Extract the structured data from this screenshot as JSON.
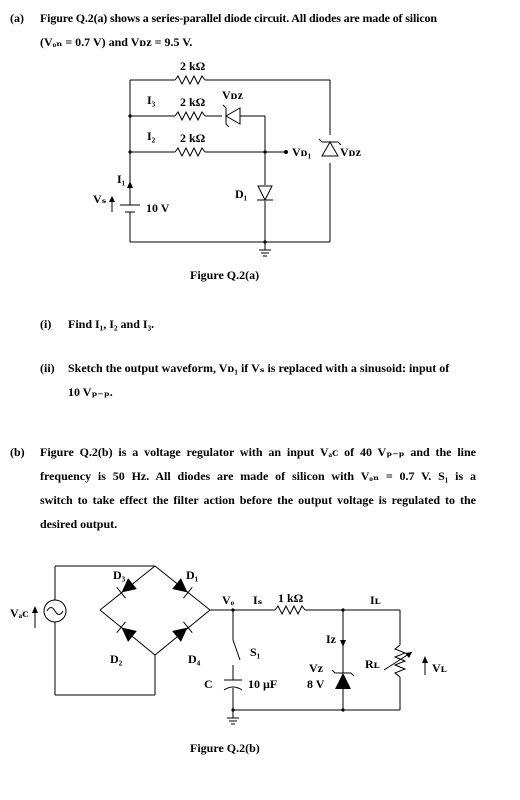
{
  "part_a": {
    "marker": "(a)",
    "line1": "Figure Q.2(a) shows a series-parallel diode circuit. All diodes are made of silicon",
    "line2": "(Vₒₙ = 0.7 V) and Vᴅᴢ = 9.5 V.",
    "figure_caption": "Figure Q.2(a)",
    "q1_marker": "(i)",
    "q1_text": "Find I₁, I₂ and I₃.",
    "q2_marker": "(ii)",
    "q2_line1": "Sketch the output waveform, Vᴅ₁ if Vₛ is replaced with a sinusoid: input of",
    "q2_line2": "10 Vₚ₋ₚ.",
    "circuit": {
      "r_top": "2 kΩ",
      "r_mid": "2 kΩ",
      "r_low": "2 kΩ",
      "i3": "I₃",
      "i2": "I₂",
      "i1": "I₁",
      "vdz_top": "Vᴅᴢ",
      "vd1": "Vᴅ₁",
      "vdz_right": "Vᴅᴢ",
      "d1": "D₁",
      "vs": "Vₛ",
      "source_value": "10 V"
    }
  },
  "part_b": {
    "marker": "(b)",
    "lines": [
      "Figure Q.2(b) is a voltage regulator with an input Vₐᴄ of 40 Vₚ₋ₚ and the line",
      "frequency is 50 Hz. All diodes are made of silicon with Vₒₙ = 0.7 V. S₁ is a",
      "switch to take effect the filter action before the output voltage is regulated to the"
    ],
    "last_line": "desired output.",
    "figure_caption": "Figure Q.2(b)",
    "circuit": {
      "vac": "Vₐᴄ",
      "d3": "D₃",
      "d1": "D₁",
      "d2": "D₂",
      "d4": "D₄",
      "vo": "Vₒ",
      "is": "Iₛ",
      "r": "1 kΩ",
      "il": "Iʟ",
      "iz": "Iᴢ",
      "s1": "S₁",
      "c": "C",
      "c_value": "10 µF",
      "vz": "Vᴢ",
      "vz_value": "8 V",
      "rl": "Rʟ",
      "vl": "Vʟ"
    }
  }
}
